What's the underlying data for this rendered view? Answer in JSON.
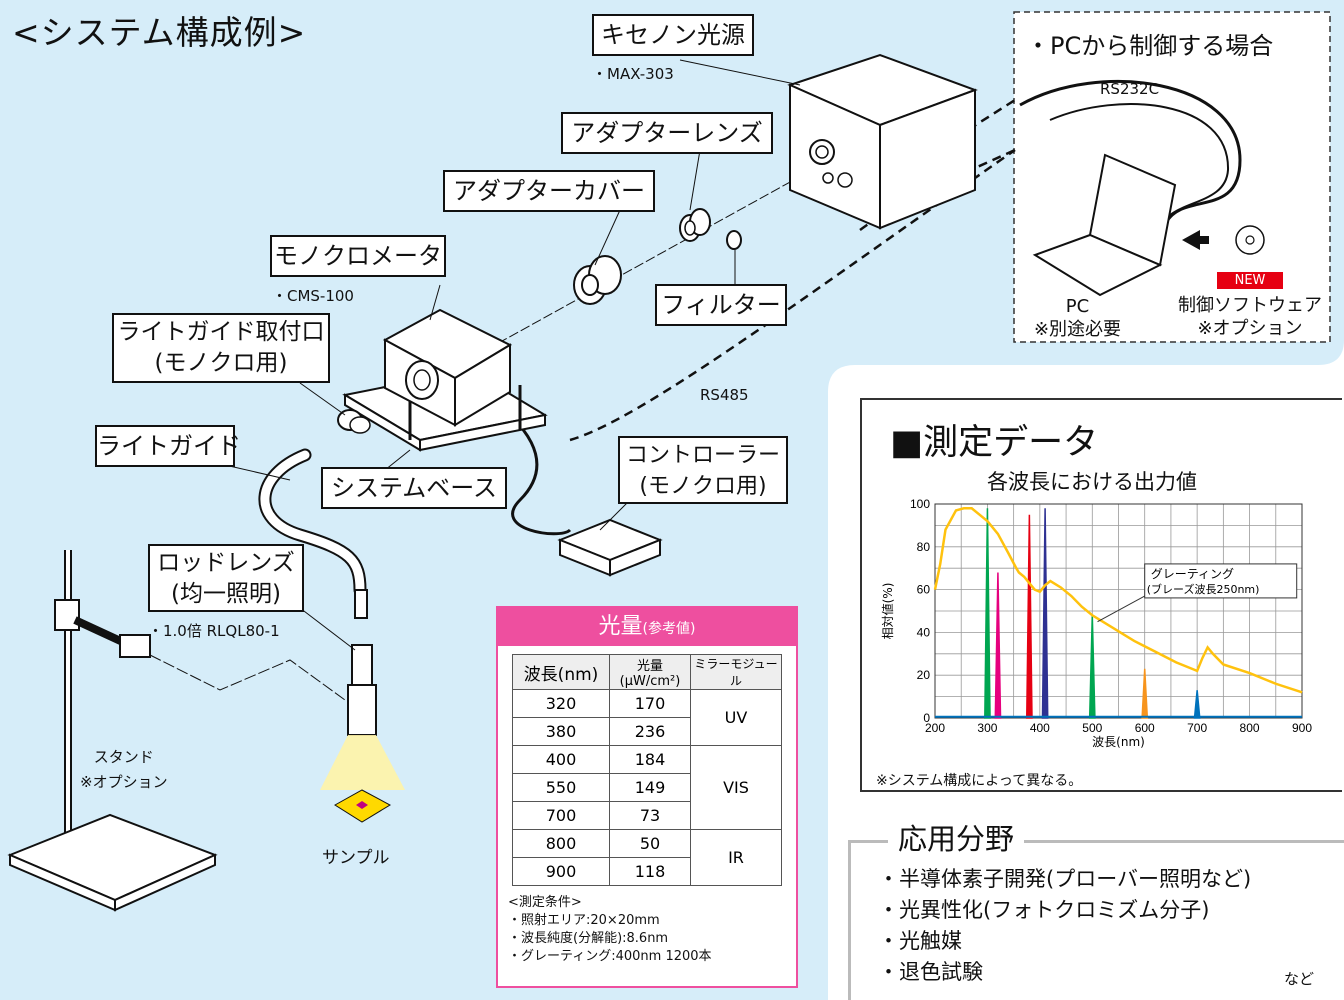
{
  "title": "<システム構成例>",
  "components": {
    "xenon": {
      "label": "キセノン光源",
      "model": "・MAX-303"
    },
    "adapter_lens": {
      "label": "アダプターレンズ"
    },
    "adapter_cover": {
      "label": "アダプターカバー"
    },
    "monochromator": {
      "label": "モノクロメータ",
      "model": "・CMS-100"
    },
    "filter": {
      "label": "フィルター"
    },
    "lightguide_port": {
      "line1": "ライトガイド取付口",
      "line2": "(モノクロ用)"
    },
    "lightguide": {
      "label": "ライトガイド"
    },
    "system_base": {
      "label": "システムベース"
    },
    "controller": {
      "line1": "コントローラー",
      "line2": "(モノクロ用)"
    },
    "rod_lens": {
      "line1": "ロッドレンズ",
      "line2": "(均一照明)",
      "model": "・1.0倍 RLQL80-1"
    },
    "stand": {
      "line1": "スタンド",
      "line2": "※オプション"
    },
    "sample": {
      "label": "サンプル"
    },
    "rs485": "RS485"
  },
  "pc_panel": {
    "heading": "・PCから制御する場合",
    "rs232c": "RS232C",
    "pc_label": "PC",
    "pc_note": "※別途必要",
    "new_badge": "NEW",
    "software_label": "制御ソフトウェア",
    "software_note": "※オプション"
  },
  "light_table": {
    "title": "光量",
    "title_sub": "(参考値)",
    "headers": [
      "波長(nm)",
      "光量(μW/cm²)",
      "ミラーモジュール"
    ],
    "rows": [
      {
        "wl": "320",
        "val": "170"
      },
      {
        "wl": "380",
        "val": "236"
      },
      {
        "wl": "400",
        "val": "184"
      },
      {
        "wl": "550",
        "val": "149"
      },
      {
        "wl": "700",
        "val": "73"
      },
      {
        "wl": "800",
        "val": "50"
      },
      {
        "wl": "900",
        "val": "118"
      }
    ],
    "modules": [
      "UV",
      "VIS",
      "IR"
    ],
    "conditions": [
      "<測定条件>",
      "・照射エリア:20×20mm",
      "・波長純度(分解能):8.6nm",
      "・グレーティング:400nm 1200本"
    ]
  },
  "measure": {
    "heading": "■測定データ",
    "chart_title": "各波長における出力値",
    "note": "※システム構成によって異なる。"
  },
  "chart_data": {
    "type": "line",
    "title": "各波長における出力値",
    "xlabel": "波長(nm)",
    "ylabel": "相対値(%)",
    "xlim": [
      200,
      900
    ],
    "ylim": [
      0,
      100
    ],
    "xticks": [
      200,
      300,
      400,
      500,
      600,
      700,
      800,
      900
    ],
    "yticks": [
      0,
      20,
      40,
      60,
      80,
      100
    ],
    "grid": true,
    "annotation": {
      "line1": "グレーティング",
      "line2": "(ブレーズ波長250nm)"
    },
    "grating": {
      "name": "グレーティング(ブレーズ波長250nm)",
      "color": "#ffc20e",
      "x": [
        200,
        210,
        220,
        240,
        255,
        270,
        285,
        300,
        320,
        340,
        355,
        360,
        370,
        380,
        390,
        400,
        410,
        420,
        440,
        460,
        480,
        500,
        540,
        580,
        620,
        660,
        690,
        700,
        710,
        720,
        730,
        750,
        800,
        850,
        900
      ],
      "y": [
        60,
        72,
        88,
        97,
        98,
        98,
        95,
        92,
        86,
        77,
        70,
        68,
        66,
        63,
        60,
        59,
        62,
        64,
        61,
        57,
        52,
        48,
        42,
        36,
        31,
        26,
        23,
        22,
        28,
        33,
        30,
        25,
        21,
        16,
        12
      ]
    },
    "peaks": [
      {
        "center": 320,
        "height": 68,
        "color": "#e6007e"
      },
      {
        "center": 380,
        "height": 95,
        "color": "#e60012"
      },
      {
        "center": 410,
        "height": 98,
        "color": "#2e3192"
      },
      {
        "center": 300,
        "height": 98,
        "color": "#00a651"
      },
      {
        "center": 500,
        "height": 48,
        "color": "#00a651"
      },
      {
        "center": 600,
        "height": 23,
        "color": "#f7941d"
      },
      {
        "center": 700,
        "height": 13,
        "color": "#0072bc"
      }
    ]
  },
  "applications": {
    "heading": "応用分野",
    "items": [
      "・半導体素子開発(プローバー照明など)",
      "・光異性化(フォトクロミズム分子)",
      "・光触媒",
      "・退色試験"
    ],
    "suffix": "など"
  }
}
